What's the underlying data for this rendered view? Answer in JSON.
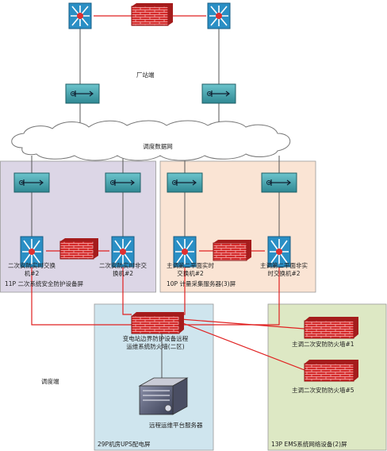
{
  "labels": {
    "factory_side": "厂站端",
    "dispatch_network": "调度数据网",
    "dispatch_side": "调度端"
  },
  "panels": {
    "p11": {
      "caption": "11P  二次系统安全防护设备屏"
    },
    "p10": {
      "caption": "10P  计量采集服务器(3)屏"
    },
    "p29": {
      "caption": "29P机房UPS配电屏"
    },
    "p13": {
      "caption": "13P  EMS系统网络设备(2)屏"
    }
  },
  "devices": {
    "sw11a_l1": "二次安防实时交换",
    "sw11a_l2": "机#2",
    "sw11b_l1": "二次安防实时非交",
    "sw11b_l2": "换机#2",
    "sw10a_l1": "主调第二平面实时",
    "sw10a_l2": "交换机#2",
    "sw10b_l1": "主调第二平面非实",
    "sw10b_l2": "时交换机#2",
    "fw29_l1": "变电站边界防护设备远程",
    "fw29_l2": "运维系统防火墙(二区)",
    "server": "远程运维平台服务器",
    "fw13a": "主调二次安防防火墙#1",
    "fw13b": "主调二次安防防火墙#5"
  },
  "colors": {
    "panel_purple": "#dcd6e6",
    "panel_peach": "#fae4d4",
    "panel_blue": "#cfe5ee",
    "panel_green": "#dde8c4",
    "link_red": "#e02020",
    "link_gray": "#555555",
    "switch_blue": "#2a8fc5",
    "firewall_red": "#cc2222",
    "router_teal": "#4aa0aa"
  }
}
